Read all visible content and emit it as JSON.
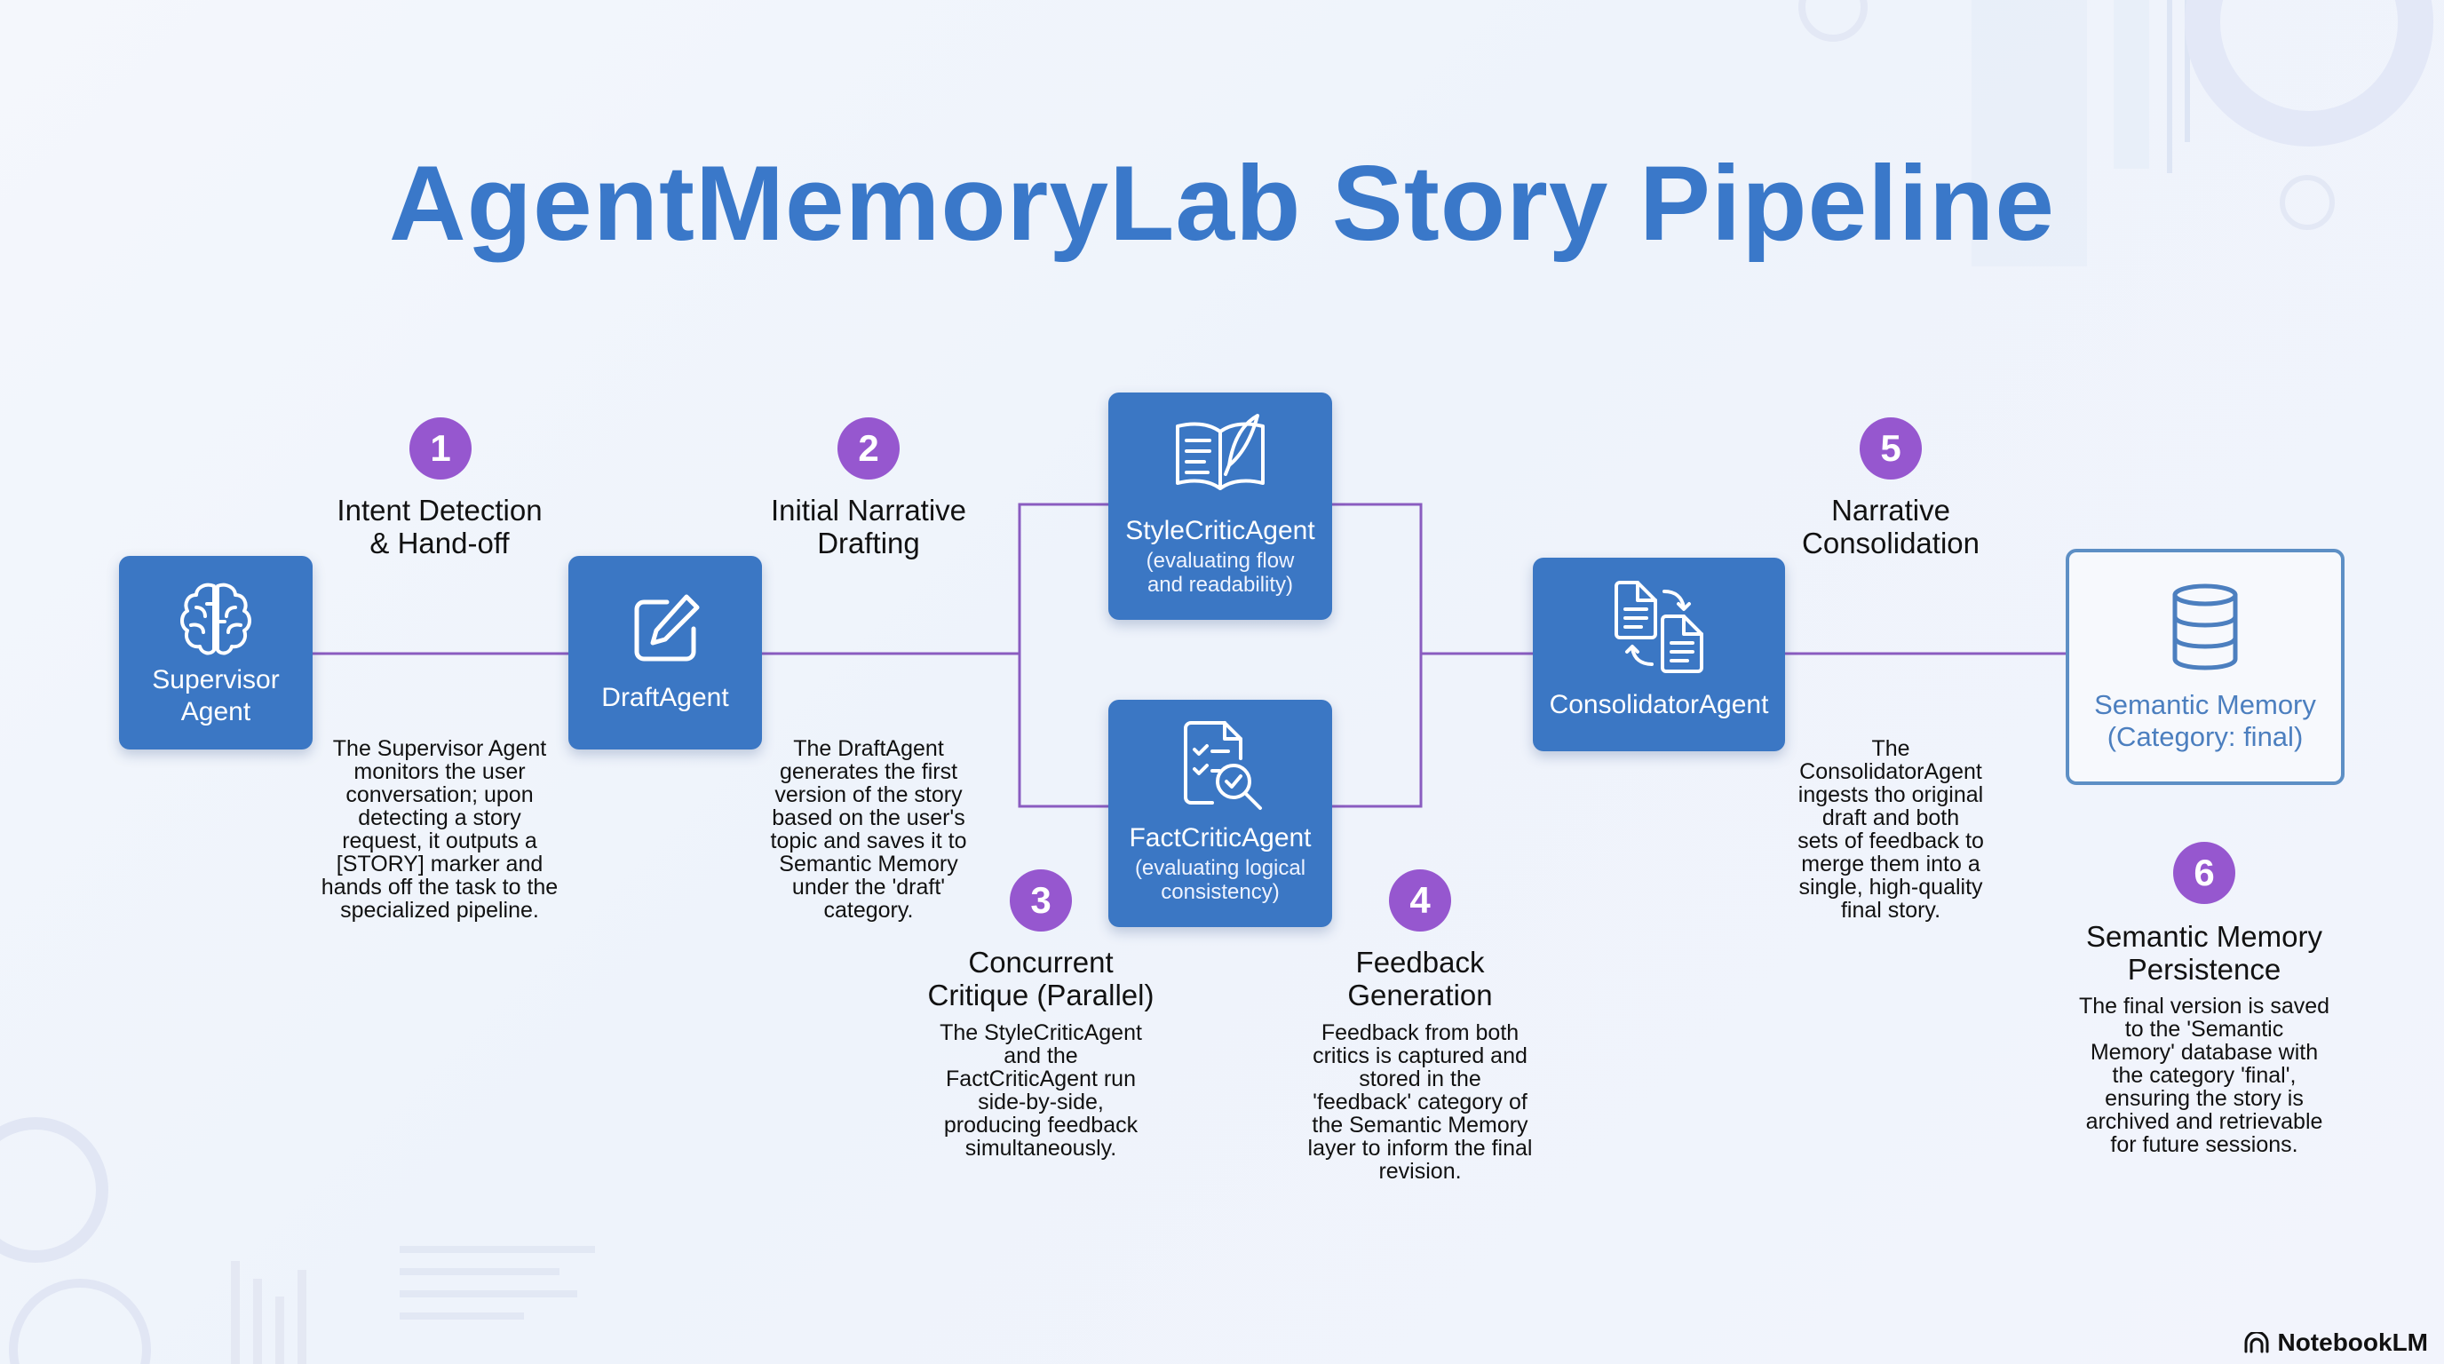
{
  "title": "AgentMemoryLab Story Pipeline",
  "nodes": {
    "supervisor": {
      "name": "Supervisor\nAgent",
      "icon": "brain-icon"
    },
    "draft": {
      "name": "DraftAgent",
      "icon": "pencil-edit-icon"
    },
    "style": {
      "name": "StyleCriticAgent",
      "sub": "(evaluating flow\nand readability)",
      "icon": "book-quill-icon"
    },
    "fact": {
      "name": "FactCriticAgent",
      "sub": "(evaluating logical\nconsistency)",
      "icon": "document-search-icon"
    },
    "consolidator": {
      "name": "ConsolidatorAgent",
      "icon": "documents-swap-icon"
    },
    "memory": {
      "name": "Semantic Memory\n(Category: final)",
      "icon": "database-icon"
    }
  },
  "steps": [
    {
      "number": "1",
      "title": "Intent Detection\n& Hand-off",
      "desc": "The Supervisor Agent\nmonitors the user\nconversation; upon\ndetecting a story\nrequest, it outputs a\n[STORY] marker and\nhands off the task to the\nspecialized pipeline."
    },
    {
      "number": "2",
      "title": "Initial Narrative\nDrafting",
      "desc": "The DraftAgent\ngenerates the first\nversion of the story\nbased on the user's\ntopic and saves it to\nSemantic Memory\nunder the 'draft'\ncategory."
    },
    {
      "number": "3",
      "title": "Concurrent\nCritique (Parallel)",
      "desc": "The StyleCriticAgent\nand the\nFactCriticAgent run\nside-by-side,\nproducing feedback\nsimultaneously."
    },
    {
      "number": "4",
      "title": "Feedback\nGeneration",
      "desc": "Feedback from both\ncritics is captured and\nstored in the\n'feedback' category of\nthe Semantic Memory\nlayer to inform the final\nrevision."
    },
    {
      "number": "5",
      "title": "Narrative\nConsolidation",
      "desc": "The\nConsolidatorAgent\ningests tho original\ndraft and both\nsets of feedback to\nmerge them into a\nsingle, high-quality\nfinal story."
    },
    {
      "number": "6",
      "title": "Semantic Memory\nPersistence",
      "desc": "The final version is saved\nto the 'Semantic\nMemory' database with\nthe category 'final',\nensuring the story is\narchived and retrievable\nfor future sessions."
    }
  ],
  "brand": "NotebookLM",
  "colors": {
    "accent": "#3b77c4",
    "title": "#3a78c9",
    "badge": "#9657cf",
    "connector": "#8a5cc0"
  }
}
